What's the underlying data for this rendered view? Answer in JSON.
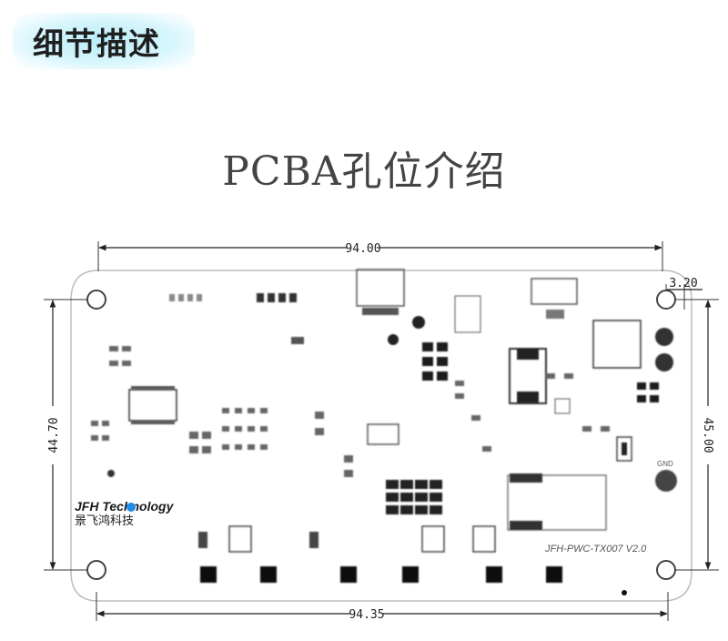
{
  "header": {
    "badge_label": "细节描述"
  },
  "title": "PCBA孔位介绍",
  "dimensions": {
    "top_width": "94.00",
    "bottom_width": "94.35",
    "left_height": "44.70",
    "right_height": "45.00",
    "hole_offset": "3.20"
  },
  "board": {
    "model_label": "JFH-PWC-TX007 V2.0",
    "gnd_label": "GND"
  },
  "brand": {
    "name_en": "JFH Technology",
    "name_cn": "景飞鸿科技",
    "accent_color": "#1e8ee8"
  }
}
